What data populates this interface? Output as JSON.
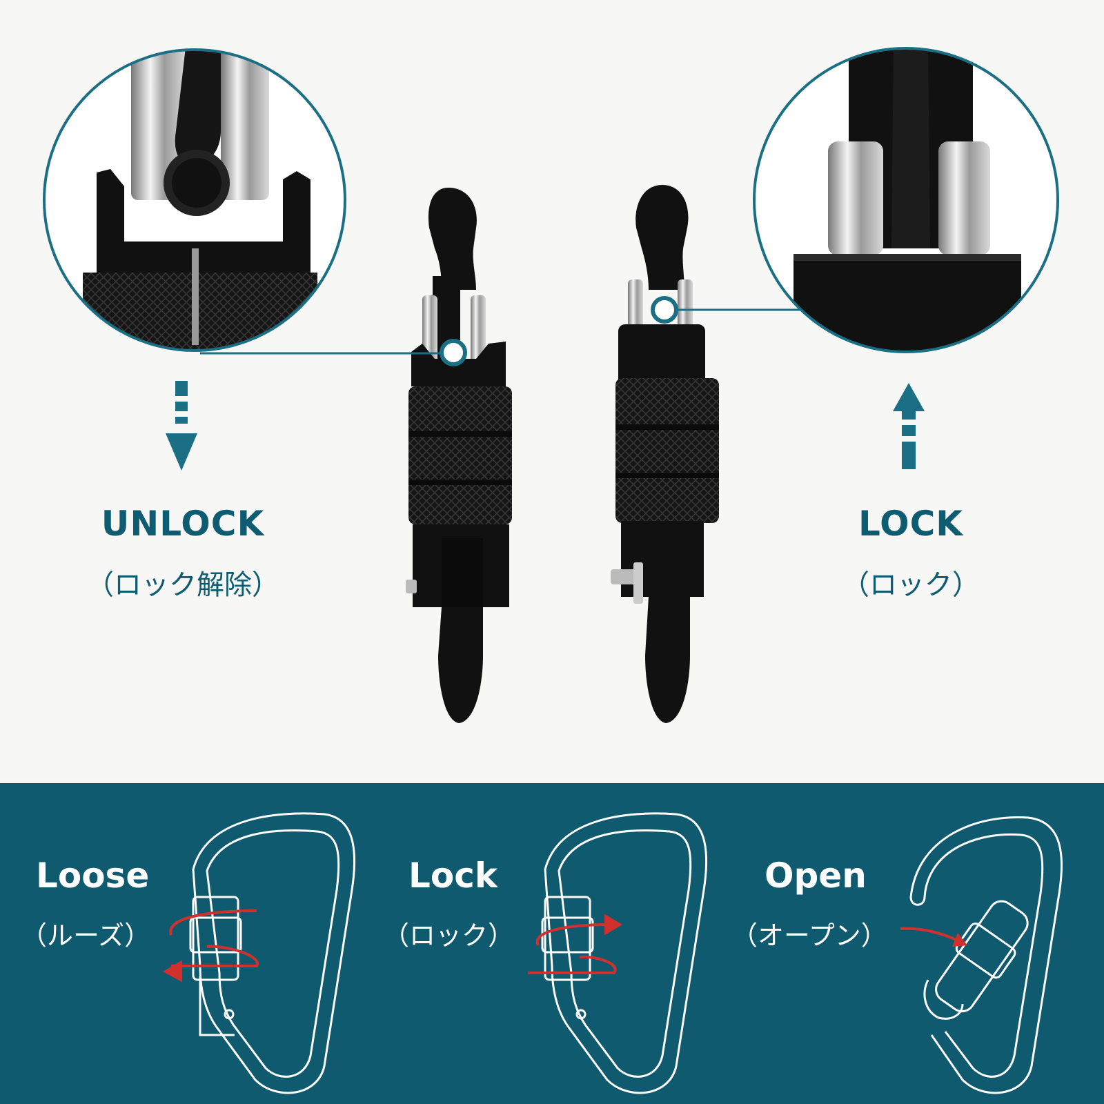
{
  "top": {
    "unlock": {
      "title": "UNLOCK",
      "subtitle": "（ロック解除）"
    },
    "lock": {
      "title": "LOCK",
      "subtitle": "（ロック）"
    }
  },
  "bottom": {
    "loose": {
      "title": "Loose",
      "subtitle": "（ルーズ）"
    },
    "lock": {
      "title": "Lock",
      "subtitle": "（ロック）"
    },
    "open": {
      "title": "Open",
      "subtitle": "（オープン）"
    }
  },
  "colors": {
    "teal": "#0e5c72",
    "band": "#0f5a6f",
    "arrow_red": "#d0312d",
    "metal": "#111111"
  }
}
